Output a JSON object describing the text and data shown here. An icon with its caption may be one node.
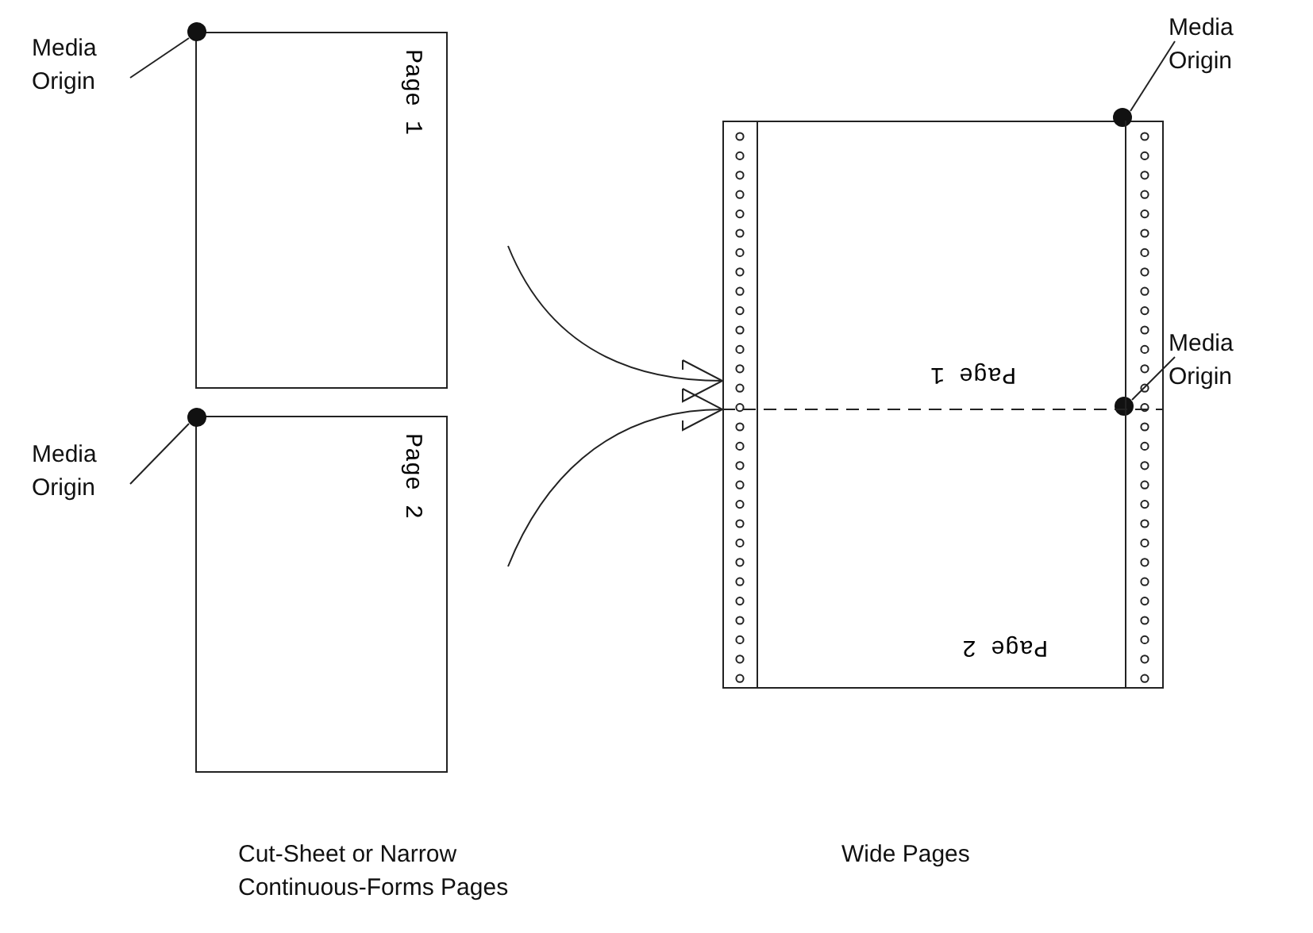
{
  "diagram": {
    "nodes": [
      {
        "text": [
          "Page 1"
        ]
      },
      {
        "text": [
          "Page 2"
        ]
      },
      {
        "text": [
          "Page 1",
          "Page 2"
        ]
      },
      {
        "text": [],
        "shape": "circle",
        "in": 0
      },
      {
        "text": [],
        "shape": "circle",
        "in": 1
      },
      {
        "text": [],
        "shape": "circle",
        "in": 2
      },
      {
        "text": [],
        "shape": "circle",
        "in": 2
      },
      {
        "text": [
          "Media Origin"
        ]
      },
      {
        "text": [
          "Media Origin"
        ]
      },
      {
        "text": [
          "Media Origin"
        ]
      },
      {
        "text": [
          "Media Origin"
        ]
      }
    ],
    "edges": [
      {
        "from": 7,
        "to": 3,
        "arrow": "none"
      },
      {
        "from": 8,
        "to": 4,
        "arrow": "none"
      },
      {
        "from": 9,
        "to": 5,
        "arrow": "none"
      },
      {
        "from": 10,
        "to": 6,
        "arrow": "none"
      },
      {
        "from": 0,
        "to": 2,
        "arrow": "to"
      },
      {
        "from": 1,
        "to": 2,
        "arrow": "to"
      }
    ],
    "labels": [
      "Cut-Sheet or Narrow Continuous-Forms Pages",
      "Wide Pages"
    ]
  }
}
